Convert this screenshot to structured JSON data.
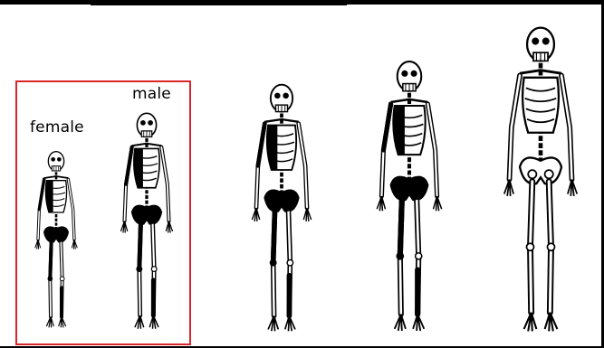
{
  "labels": {
    "female": "female",
    "male": "male"
  },
  "colors": {
    "highlight_box": "#d9262b",
    "bone_dark": "#000000",
    "bone_light": "#ffffff"
  },
  "figures": [
    {
      "id": "female-skeleton",
      "icon": "skeleton-icon"
    },
    {
      "id": "male-skeleton",
      "icon": "skeleton-icon"
    },
    {
      "id": "skeleton-3",
      "icon": "skeleton-icon"
    },
    {
      "id": "skeleton-4",
      "icon": "skeleton-icon"
    },
    {
      "id": "skeleton-5",
      "icon": "skeleton-icon"
    }
  ]
}
